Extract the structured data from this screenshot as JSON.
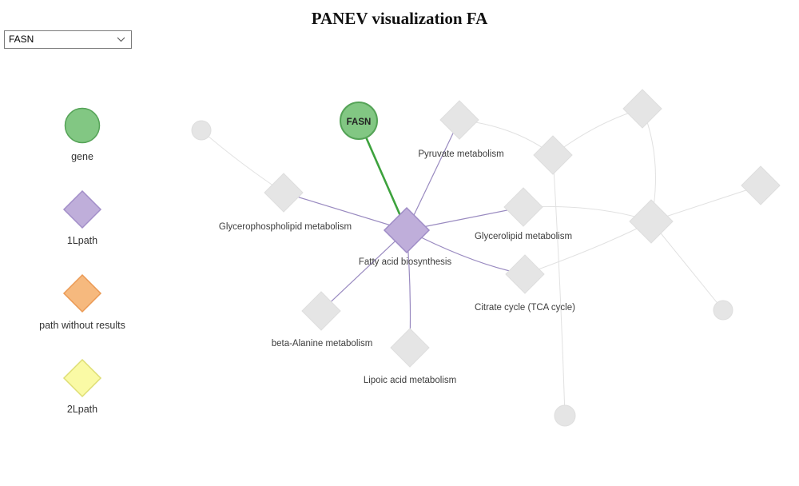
{
  "title": "PANEV visualization FA",
  "controls": {
    "gene_select": {
      "value": "FASN"
    }
  },
  "legend": {
    "items": [
      {
        "label": "gene",
        "shape": "circle",
        "fill": "#82c783",
        "stroke": "#55a357"
      },
      {
        "label": "1Lpath",
        "shape": "diamond",
        "fill": "#bfaeda",
        "stroke": "#a38fc9"
      },
      {
        "label": "path without results",
        "shape": "diamond",
        "fill": "#f6b97e",
        "stroke": "#eb9a55"
      },
      {
        "label": "2Lpath",
        "shape": "diamond",
        "fill": "#fafaa5",
        "stroke": "#dede74"
      }
    ]
  },
  "network": {
    "gene_node": {
      "label": "FASN",
      "type": "gene"
    },
    "center_node": {
      "label": "Fatty acid biosynthesis",
      "type": "1Lpath"
    },
    "pathway_nodes": [
      {
        "label": "Pyruvate metabolism"
      },
      {
        "label": "Glycerophospholipid metabolism"
      },
      {
        "label": "Glycerolipid metabolism"
      },
      {
        "label": "Citrate cycle (TCA cycle)"
      },
      {
        "label": "beta-Alanine metabolism"
      },
      {
        "label": "Lipoic acid metabolism"
      }
    ],
    "edges": [
      {
        "from": "FASN",
        "to": "Fatty acid biosynthesis",
        "color": "gene"
      },
      {
        "from": "Fatty acid biosynthesis",
        "to": "Pyruvate metabolism",
        "color": "path"
      },
      {
        "from": "Fatty acid biosynthesis",
        "to": "Glycerophospholipid metabolism",
        "color": "path"
      },
      {
        "from": "Fatty acid biosynthesis",
        "to": "Glycerolipid metabolism",
        "color": "path"
      },
      {
        "from": "Fatty acid biosynthesis",
        "to": "Citrate cycle (TCA cycle)",
        "color": "path"
      },
      {
        "from": "Fatty acid biosynthesis",
        "to": "beta-Alanine metabolism",
        "color": "path"
      },
      {
        "from": "Fatty acid biosynthesis",
        "to": "Lipoic acid metabolism",
        "color": "path"
      }
    ],
    "unlabeled_diamond_count": 4,
    "unlabeled_circle_count": 3
  },
  "colors": {
    "background": "#ffffff",
    "gene_fill": "#82c783",
    "gene_stroke": "#55a357",
    "gene_edge": "#3da23d",
    "path_fill": "#bfaeda",
    "path_stroke": "#9f8cc6",
    "path_edge": "#998ac0",
    "neutral_fill": "#e5e5e5",
    "neutral_stroke": "#dedede",
    "neutral_edge": "#e1e1e1",
    "label_color": "#3d3d3d"
  }
}
